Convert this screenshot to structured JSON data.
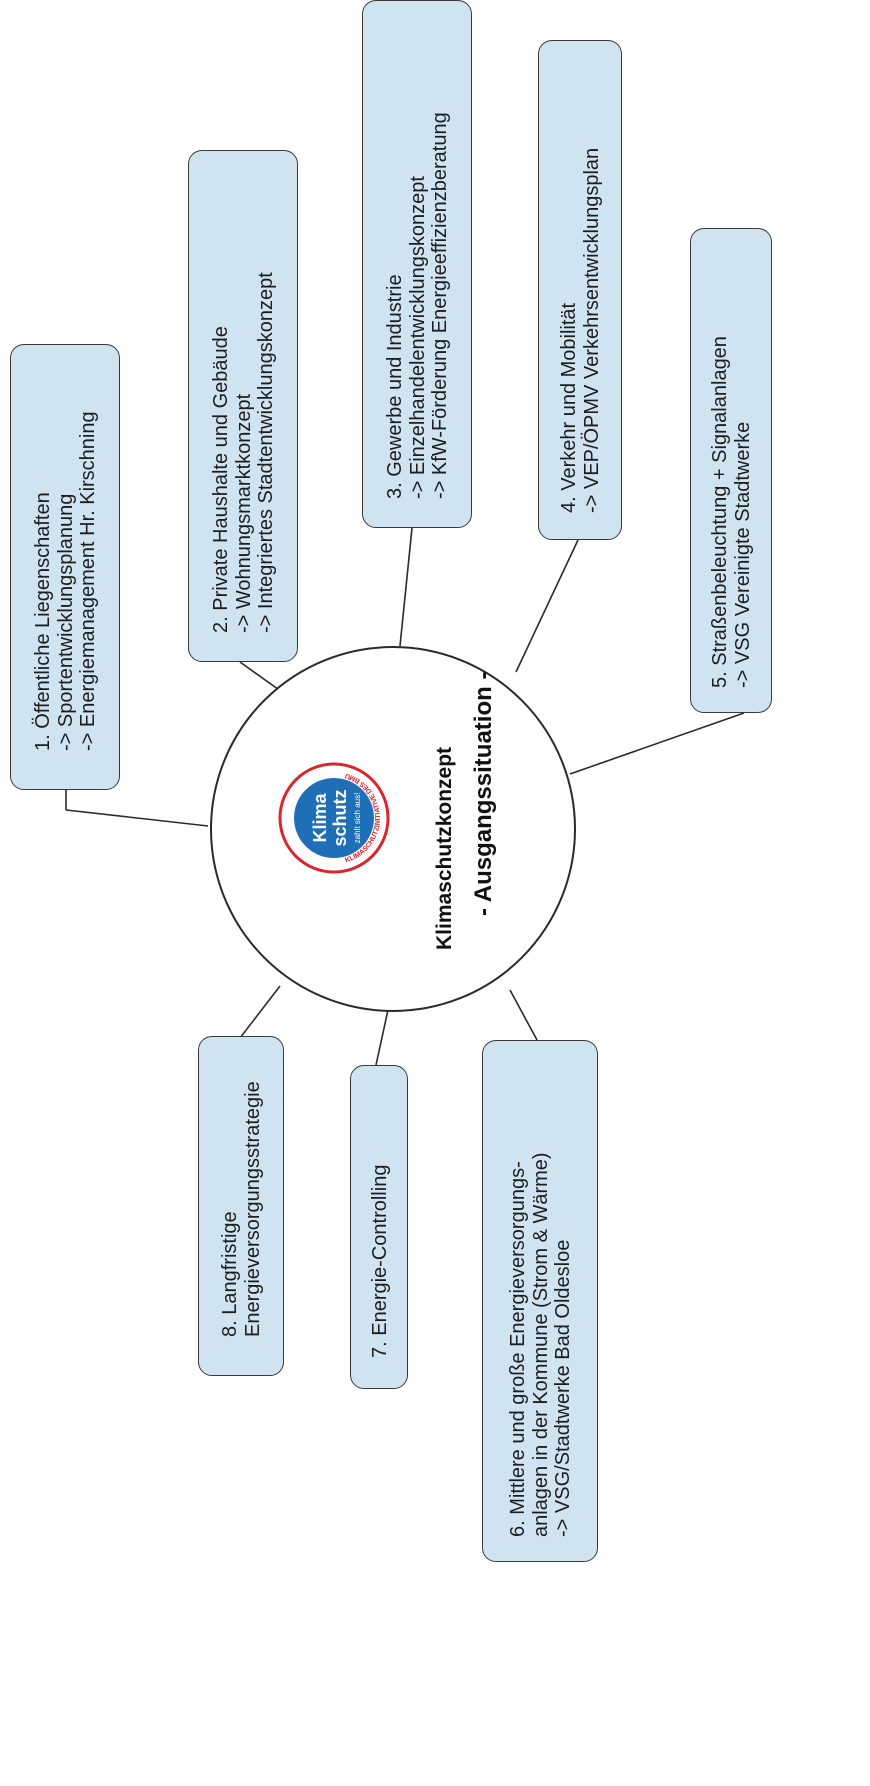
{
  "center": {
    "title": "Klimaschutzkonzept",
    "subtitle": "- Ausgangssituation -",
    "logo": {
      "line1": "Klima",
      "line2": "schutz",
      "tagline": "zahlt sich aus!",
      "ring_text": "KLIMASCHUTZINITIATIVE DES BMU",
      "colors": {
        "blue": "#1f6fb6",
        "red": "#d9252c"
      }
    }
  },
  "colors": {
    "box_fill": "#cfe3f1",
    "box_border": "#3a3a3a",
    "line": "#2a2a2a"
  },
  "topics": [
    {
      "id": "b1",
      "lines": [
        "1. Öffentliche Liegenschaften",
        "-> Sportentwicklungsplanung",
        "-> Energiemanagement Hr. Kirschning"
      ]
    },
    {
      "id": "b2",
      "lines": [
        "2. Private Haushalte und Gebäude",
        "-> Wohnungsmarktkonzept",
        "-> Integriertes Stadtentwicklungskonzept"
      ]
    },
    {
      "id": "b3",
      "lines": [
        "3. Gewerbe und Industrie",
        "-> Einzelhandelentwicklungskonzept",
        "-> KfW-Förderung Energieeffizienzberatung"
      ]
    },
    {
      "id": "b4",
      "lines": [
        "4. Verkehr und Mobilität",
        "-> VEP/ÖPMV Verkehrsentwicklungsplan"
      ]
    },
    {
      "id": "b5",
      "lines": [
        "5. Straßenbeleuchtung + Signalanlagen",
        "-> VSG Vereinigte Stadtwerke"
      ]
    },
    {
      "id": "b6",
      "lines": [
        "6. Mittlere und große Energieversorgungs-",
        "anlagen in der Kommune (Strom & Wärme)",
        "-> VSG/Stadtwerke Bad Oldesloe"
      ]
    },
    {
      "id": "b7",
      "lines": [
        "7. Energie-Controlling"
      ]
    },
    {
      "id": "b8",
      "lines": [
        "8. Langfristige",
        "Energieversorgungsstrategie"
      ]
    }
  ]
}
